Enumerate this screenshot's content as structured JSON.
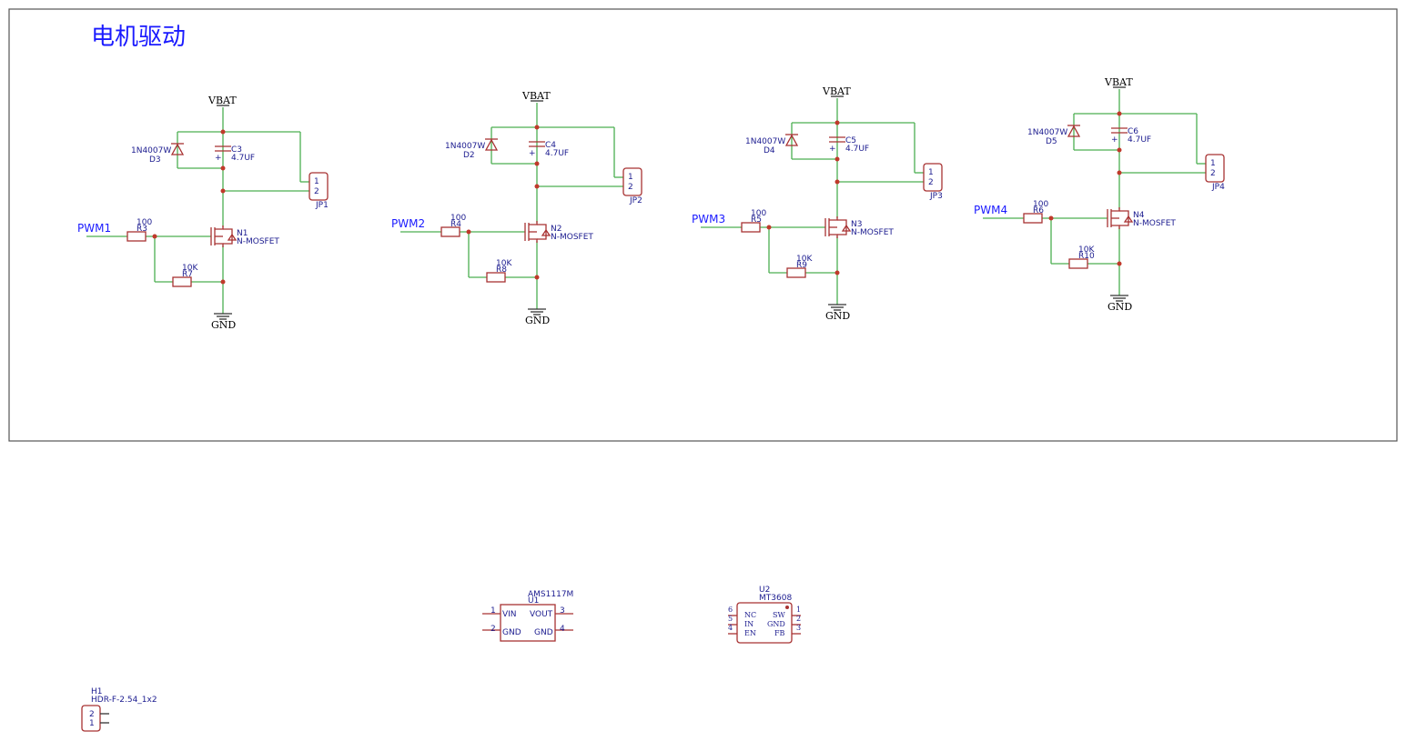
{
  "sheet": {
    "title": "电机驱动"
  },
  "channels": [
    {
      "pwm": "PWM1",
      "vbat": "VBAT",
      "gnd": "GND",
      "diode": {
        "value": "1N4007W",
        "ref": "D3"
      },
      "cap": {
        "ref": "C3",
        "value": "4.7UF"
      },
      "conn": {
        "ref": "JP1",
        "pin1": "1",
        "pin2": "2"
      },
      "mos": {
        "ref": "N1",
        "value": "N-MOSFET"
      },
      "rg": {
        "ref": "R3",
        "value": "100"
      },
      "rpd": {
        "ref": "R7",
        "value": "10K"
      }
    },
    {
      "pwm": "PWM2",
      "vbat": "VBAT",
      "gnd": "GND",
      "diode": {
        "value": "1N4007W",
        "ref": "D2"
      },
      "cap": {
        "ref": "C4",
        "value": "4.7UF"
      },
      "conn": {
        "ref": "JP2",
        "pin1": "1",
        "pin2": "2"
      },
      "mos": {
        "ref": "N2",
        "value": "N-MOSFET"
      },
      "rg": {
        "ref": "R4",
        "value": "100"
      },
      "rpd": {
        "ref": "R8",
        "value": "10K"
      }
    },
    {
      "pwm": "PWM3",
      "vbat": "VBAT",
      "gnd": "GND",
      "diode": {
        "value": "1N4007W",
        "ref": "D4"
      },
      "cap": {
        "ref": "C5",
        "value": "4.7UF"
      },
      "conn": {
        "ref": "JP3",
        "pin1": "1",
        "pin2": "2"
      },
      "mos": {
        "ref": "N3",
        "value": "N-MOSFET"
      },
      "rg": {
        "ref": "R5",
        "value": "100"
      },
      "rpd": {
        "ref": "R9",
        "value": "10K"
      }
    },
    {
      "pwm": "PWM4",
      "vbat": "VBAT",
      "gnd": "GND",
      "diode": {
        "value": "1N4007W",
        "ref": "D5"
      },
      "cap": {
        "ref": "C6",
        "value": "4.7UF"
      },
      "conn": {
        "ref": "JP4",
        "pin1": "1",
        "pin2": "2"
      },
      "mos": {
        "ref": "N4",
        "value": "N-MOSFET"
      },
      "rg": {
        "ref": "R6",
        "value": "100"
      },
      "rpd": {
        "ref": "R10",
        "value": "10K"
      }
    }
  ],
  "u1": {
    "value": "AMS1117M",
    "ref": "U1",
    "pins": {
      "vin": "VIN",
      "gnd_l": "GND",
      "vout": "VOUT",
      "gnd_r": "GND",
      "n1": "1",
      "n2": "2",
      "n3": "3",
      "n4": "4"
    }
  },
  "u2": {
    "ref": "U2",
    "value": "MT3608",
    "pins": {
      "nc": "NC",
      "in": "IN",
      "en": "EN",
      "sw": "SW",
      "gnd": "GND",
      "fb": "FB",
      "n6": "6",
      "n5": "5",
      "n4": "4",
      "n1": "1",
      "n2": "2",
      "n3": "3"
    }
  },
  "h1": {
    "ref": "H1",
    "value": "HDR-F-2.54_1x2",
    "pin_top": "2",
    "pin_bottom": "1"
  }
}
